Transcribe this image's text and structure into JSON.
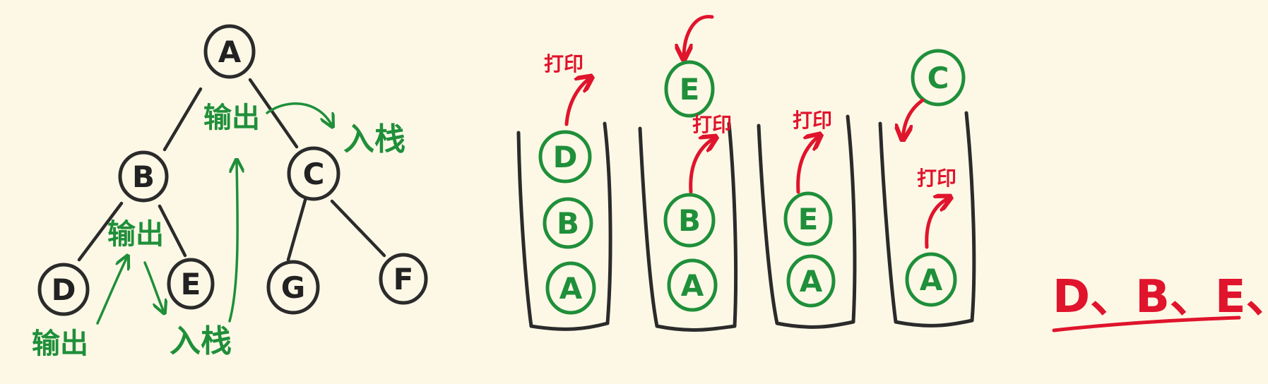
{
  "colors": {
    "background": "#fdf8e6",
    "ink": "#2b2b2b",
    "green": "#1f8f3a",
    "red": "#e0142c"
  },
  "tree": {
    "nodes": [
      "A",
      "B",
      "C",
      "D",
      "E",
      "G",
      "F"
    ],
    "annotations": {
      "output_near_a": "输出",
      "push_c": "入栈",
      "output_near_b": "输出",
      "output_d": "输出",
      "push_e": "入栈"
    }
  },
  "stacks": {
    "print_label": "打印",
    "stack1": [
      "D",
      "B",
      "A"
    ],
    "stack2_incoming": "E",
    "stack2": [
      "B",
      "A"
    ],
    "stack3": [
      "E",
      "A"
    ],
    "stack4_incoming": "C",
    "stack4": [
      "A"
    ]
  },
  "result": "D、B、E、A"
}
